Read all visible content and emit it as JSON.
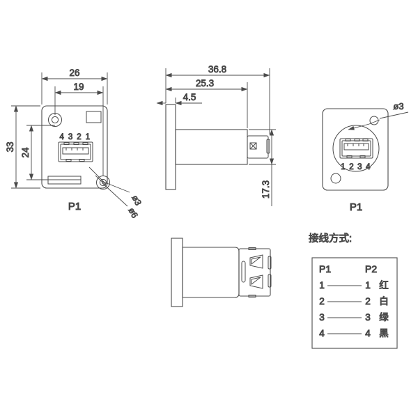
{
  "drawing": {
    "title": "USB Panel Mount Connector Technical Drawing",
    "background_color": "#ffffff",
    "line_color": "#4a4a4a",
    "text_color": "#3a3a3a"
  },
  "views": {
    "front": {
      "label": "P1",
      "dimensions": {
        "width_overall": "26",
        "width_inner": "19",
        "height_overall": "33",
        "height_inner": "24"
      },
      "pin_numbers": "4 3 2 1",
      "hole_callout_1": "ø3",
      "hole_callout_2": "ø6"
    },
    "side": {
      "dimensions": {
        "length_overall": "36.8",
        "length_body": "25.3",
        "flange_thickness": "4.5",
        "height": "17.3"
      }
    },
    "rear": {
      "label": "P1",
      "pin_numbers": "1 2 3 4",
      "hole_callout": "ø3"
    },
    "bottom": {
      "label": ""
    }
  },
  "wiring": {
    "heading": "接线方式:",
    "col_left_header": "P1",
    "col_right_header": "P2",
    "rows": [
      {
        "p1": "1",
        "p2": "1",
        "color_name": "红"
      },
      {
        "p1": "2",
        "p2": "2",
        "color_name": "白"
      },
      {
        "p1": "3",
        "p2": "3",
        "color_name": "绿"
      },
      {
        "p1": "4",
        "p2": "4",
        "color_name": "黑"
      }
    ]
  }
}
